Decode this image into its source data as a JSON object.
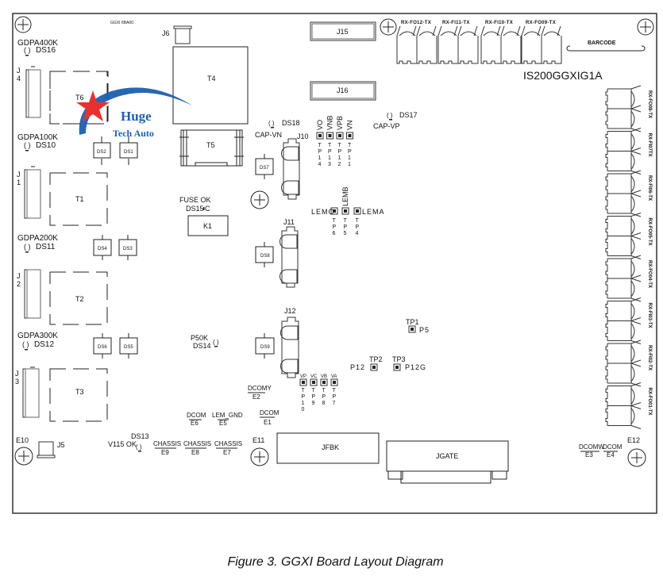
{
  "figure": {
    "caption": "Figure 3.  GGXI Board Layout Diagram",
    "board_part_number": "IS200GGXIG1A",
    "silkscreen_id": "GGXI  6BA00",
    "barcode_label": "BARCODE"
  },
  "watermark": {
    "line1": "Huge",
    "line2": "Tech Auto",
    "colors": {
      "star": "#e8312f",
      "swoosh": "#1f5fae",
      "text": "#1f5fae"
    }
  },
  "connectors": {
    "J4": "J 4",
    "J1": "J 1",
    "J2": "J 2",
    "J3": "J 3",
    "J5": "J5",
    "J6": "J6",
    "J10": "J10",
    "J11": "J11",
    "J12": "J12",
    "J15": "J15",
    "J16": "J16",
    "JFBK": "JFBK",
    "JGATE": "JGATE"
  },
  "transformers": {
    "T1": "T1",
    "T2": "T2",
    "T3": "T3",
    "T4": "T4",
    "T5": "T5",
    "T6": "T6"
  },
  "relay": {
    "K1": "K1"
  },
  "diodes": [
    "DS1",
    "DS2",
    "DS3",
    "DS4",
    "DS5",
    "DS6",
    "DS7",
    "DS8",
    "DS9"
  ],
  "leds": {
    "DS16": {
      "name": "DS16",
      "label": "GDPA400K"
    },
    "DS10": {
      "name": "DS10",
      "label": "GDPA100K"
    },
    "DS11": {
      "name": "DS11",
      "label": "GDPA200K"
    },
    "DS12": {
      "name": "DS12",
      "label": "GDPA300K"
    },
    "DS18": {
      "name": "DS18",
      "label": "CAP-VN"
    },
    "DS17": {
      "name": "DS17",
      "label": "CAP-VP"
    },
    "DS15": {
      "name": "DS15",
      "label": "FUSE OK"
    },
    "DS14": {
      "name": "DS14",
      "label": "P50K"
    },
    "DS13": {
      "name": "DS13",
      "label": "V115 OK"
    }
  },
  "test_points": {
    "top_row": [
      {
        "signal": "VO",
        "tp": [
          "T",
          "P",
          "1",
          "4"
        ]
      },
      {
        "signal": "VNB",
        "tp": [
          "T",
          "P",
          "1",
          "3"
        ]
      },
      {
        "signal": "VPB",
        "tp": [
          "T",
          "P",
          "1",
          "2"
        ]
      },
      {
        "signal": "VN",
        "tp": [
          "T",
          "P",
          "1",
          "1"
        ]
      }
    ],
    "lem_row": [
      {
        "signal": "LEMC",
        "tp": [
          "T",
          "P",
          "6"
        ]
      },
      {
        "signal": "LEMB",
        "tp": [
          "T",
          "P",
          "5"
        ]
      },
      {
        "signal": "LEMA",
        "tp": [
          "T",
          "P",
          "4"
        ]
      }
    ],
    "bottom_row": [
      {
        "signal": "VP",
        "tp": [
          "T",
          "P",
          "1",
          "0"
        ]
      },
      {
        "signal": "VC",
        "tp": [
          "T",
          "P",
          "9"
        ]
      },
      {
        "signal": "VB",
        "tp": [
          "T",
          "P",
          "8"
        ]
      },
      {
        "signal": "VA",
        "tp": [
          "T",
          "P",
          "7"
        ]
      }
    ],
    "TP1": {
      "name": "TP1",
      "signal": "P5"
    },
    "TP2": {
      "name": "TP2",
      "signal": "P12"
    },
    "TP3": {
      "name": "TP3",
      "signal": "P12G"
    }
  },
  "terminals": {
    "E1": {
      "name": "E1",
      "label": "DCOM"
    },
    "E2": {
      "name": "E2",
      "label": "DCOMY"
    },
    "E3": {
      "name": "E3",
      "label": "DCOMW"
    },
    "E4": {
      "name": "E4",
      "label": "DCOM"
    },
    "E5": {
      "name": "E5",
      "label": "LEM_GND"
    },
    "E6": {
      "name": "E6",
      "label": "DCOM"
    },
    "E7": {
      "name": "E7",
      "label": "CHASSIS"
    },
    "E8": {
      "name": "E8",
      "label": "CHASSIS"
    },
    "E9": {
      "name": "E9",
      "label": "CHASSIS"
    },
    "E10": "E10",
    "E11": "E11",
    "E12": "E12"
  },
  "fiber_optic_top": [
    "RX-FO12-TX",
    "RX-FI11-TX",
    "RX-FI10-TX",
    "RX-FO09-TX"
  ],
  "fiber_optic_right": [
    "RX-FO08-TX",
    "RX-FI07TX",
    "RX-FI06-TX",
    "RX-FO05-TX",
    "RX-FO04-TX",
    "RX-FI03-TX",
    "RX-FI02-TX",
    "RX-FO01-TX"
  ]
}
